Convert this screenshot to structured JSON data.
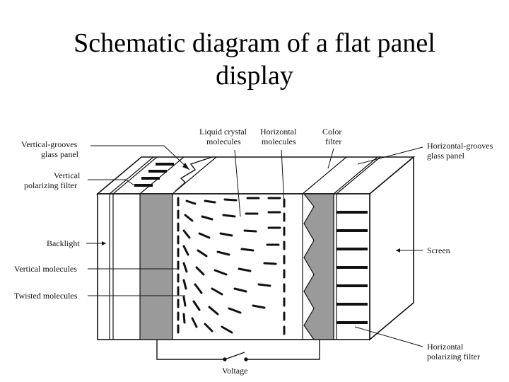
{
  "title_line1": "Schematic diagram of a flat panel",
  "title_line2": "display",
  "labels": {
    "vertical_grooves_1": "Vertical-grooves",
    "vertical_grooves_2": "glass panel",
    "vertical_filter_1": "Vertical",
    "vertical_filter_2": "polarizing filter",
    "backlight": "Backlight",
    "vertical_molecules": "Vertical molecules",
    "twisted_molecules": "Twisted molecules",
    "liquid_crystal_1": "Liquid crystal",
    "liquid_crystal_2": "molecules",
    "horizontal_mol_1": "Horizontal",
    "horizontal_mol_2": "molecules",
    "color_filter_1": "Color",
    "color_filter_2": "filter",
    "horizontal_grooves_1": "Horizontal-grooves",
    "horizontal_grooves_2": "glass panel",
    "screen": "Screen",
    "horizontal_filter_1": "Horizontal",
    "horizontal_filter_2": "polarizing filter",
    "voltage": "Voltage"
  },
  "colors": {
    "stroke": "#111111",
    "gray_fill": "#9a9a9a",
    "background": "#ffffff"
  }
}
